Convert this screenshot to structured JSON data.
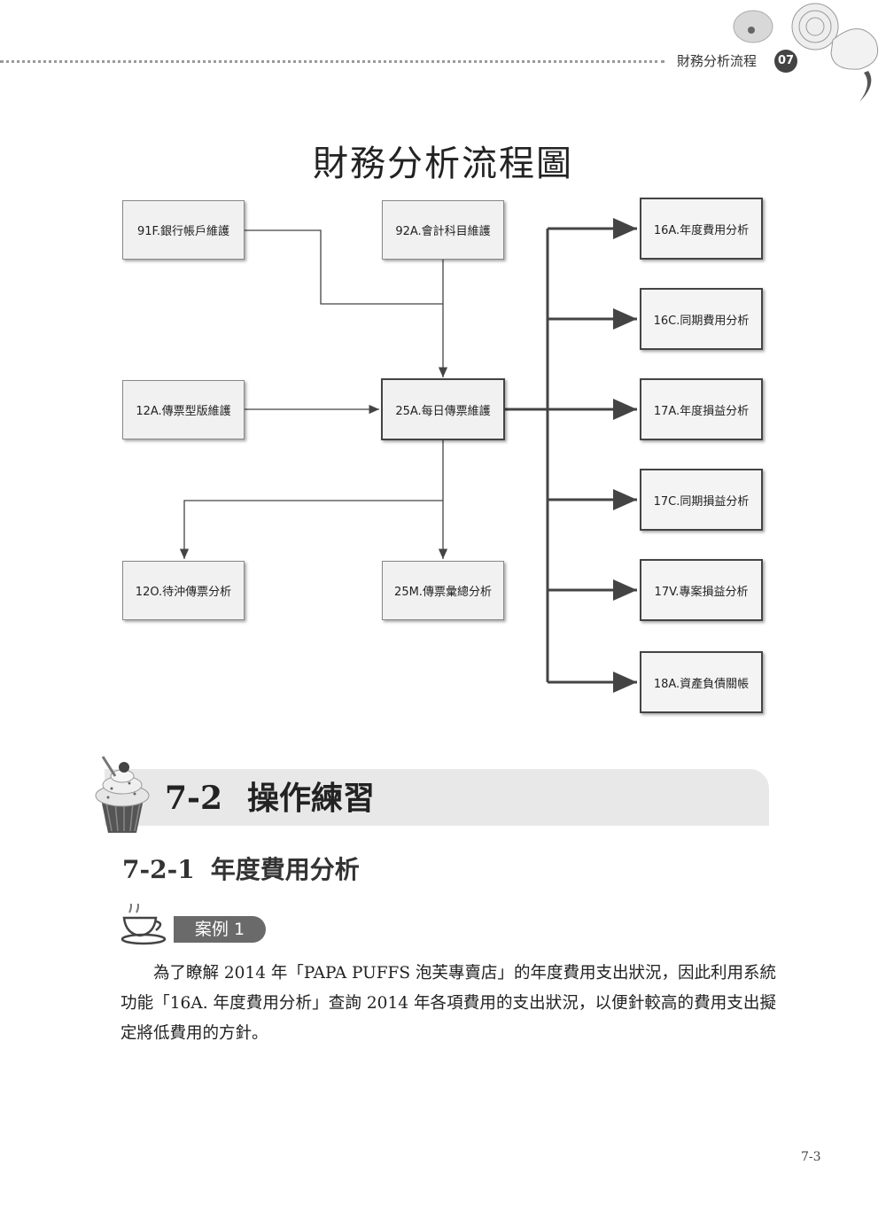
{
  "header": {
    "chapter_name": "財務分析流程",
    "chapter_number": "07"
  },
  "chart": {
    "title": "財務分析流程圖",
    "nodes": {
      "n91f": "91F.銀行帳戶維護",
      "n92a": "92A.會計科目維護",
      "n12a": "12A.傳票型版維護",
      "n25a": "25A.每日傳票維護",
      "n12o": "12O.待沖傳票分析",
      "n25m": "25M.傳票彙總分析",
      "n16a": "16A.年度費用分析",
      "n16c": "16C.同期費用分析",
      "n17a": "17A.年度損益分析",
      "n17c": "17C.同期損益分析",
      "n17v": "17V.專案損益分析",
      "n18a": "18A.資產負債關帳"
    }
  },
  "section": {
    "number": "7-2",
    "title": "操作練習"
  },
  "subsection": {
    "number": "7-2-1",
    "title": "年度費用分析"
  },
  "case": {
    "label": "案例 1"
  },
  "body": {
    "paragraph": "為了瞭解 2014 年「PAPA PUFFS 泡芙專賣店」的年度費用支出狀況，因此利用系統功能「16A. 年度費用分析」查詢 2014 年各項費用的支出狀況，以便針較高的費用支出擬定將低費用的方針。"
  },
  "footer": {
    "page_number": "7-3"
  }
}
